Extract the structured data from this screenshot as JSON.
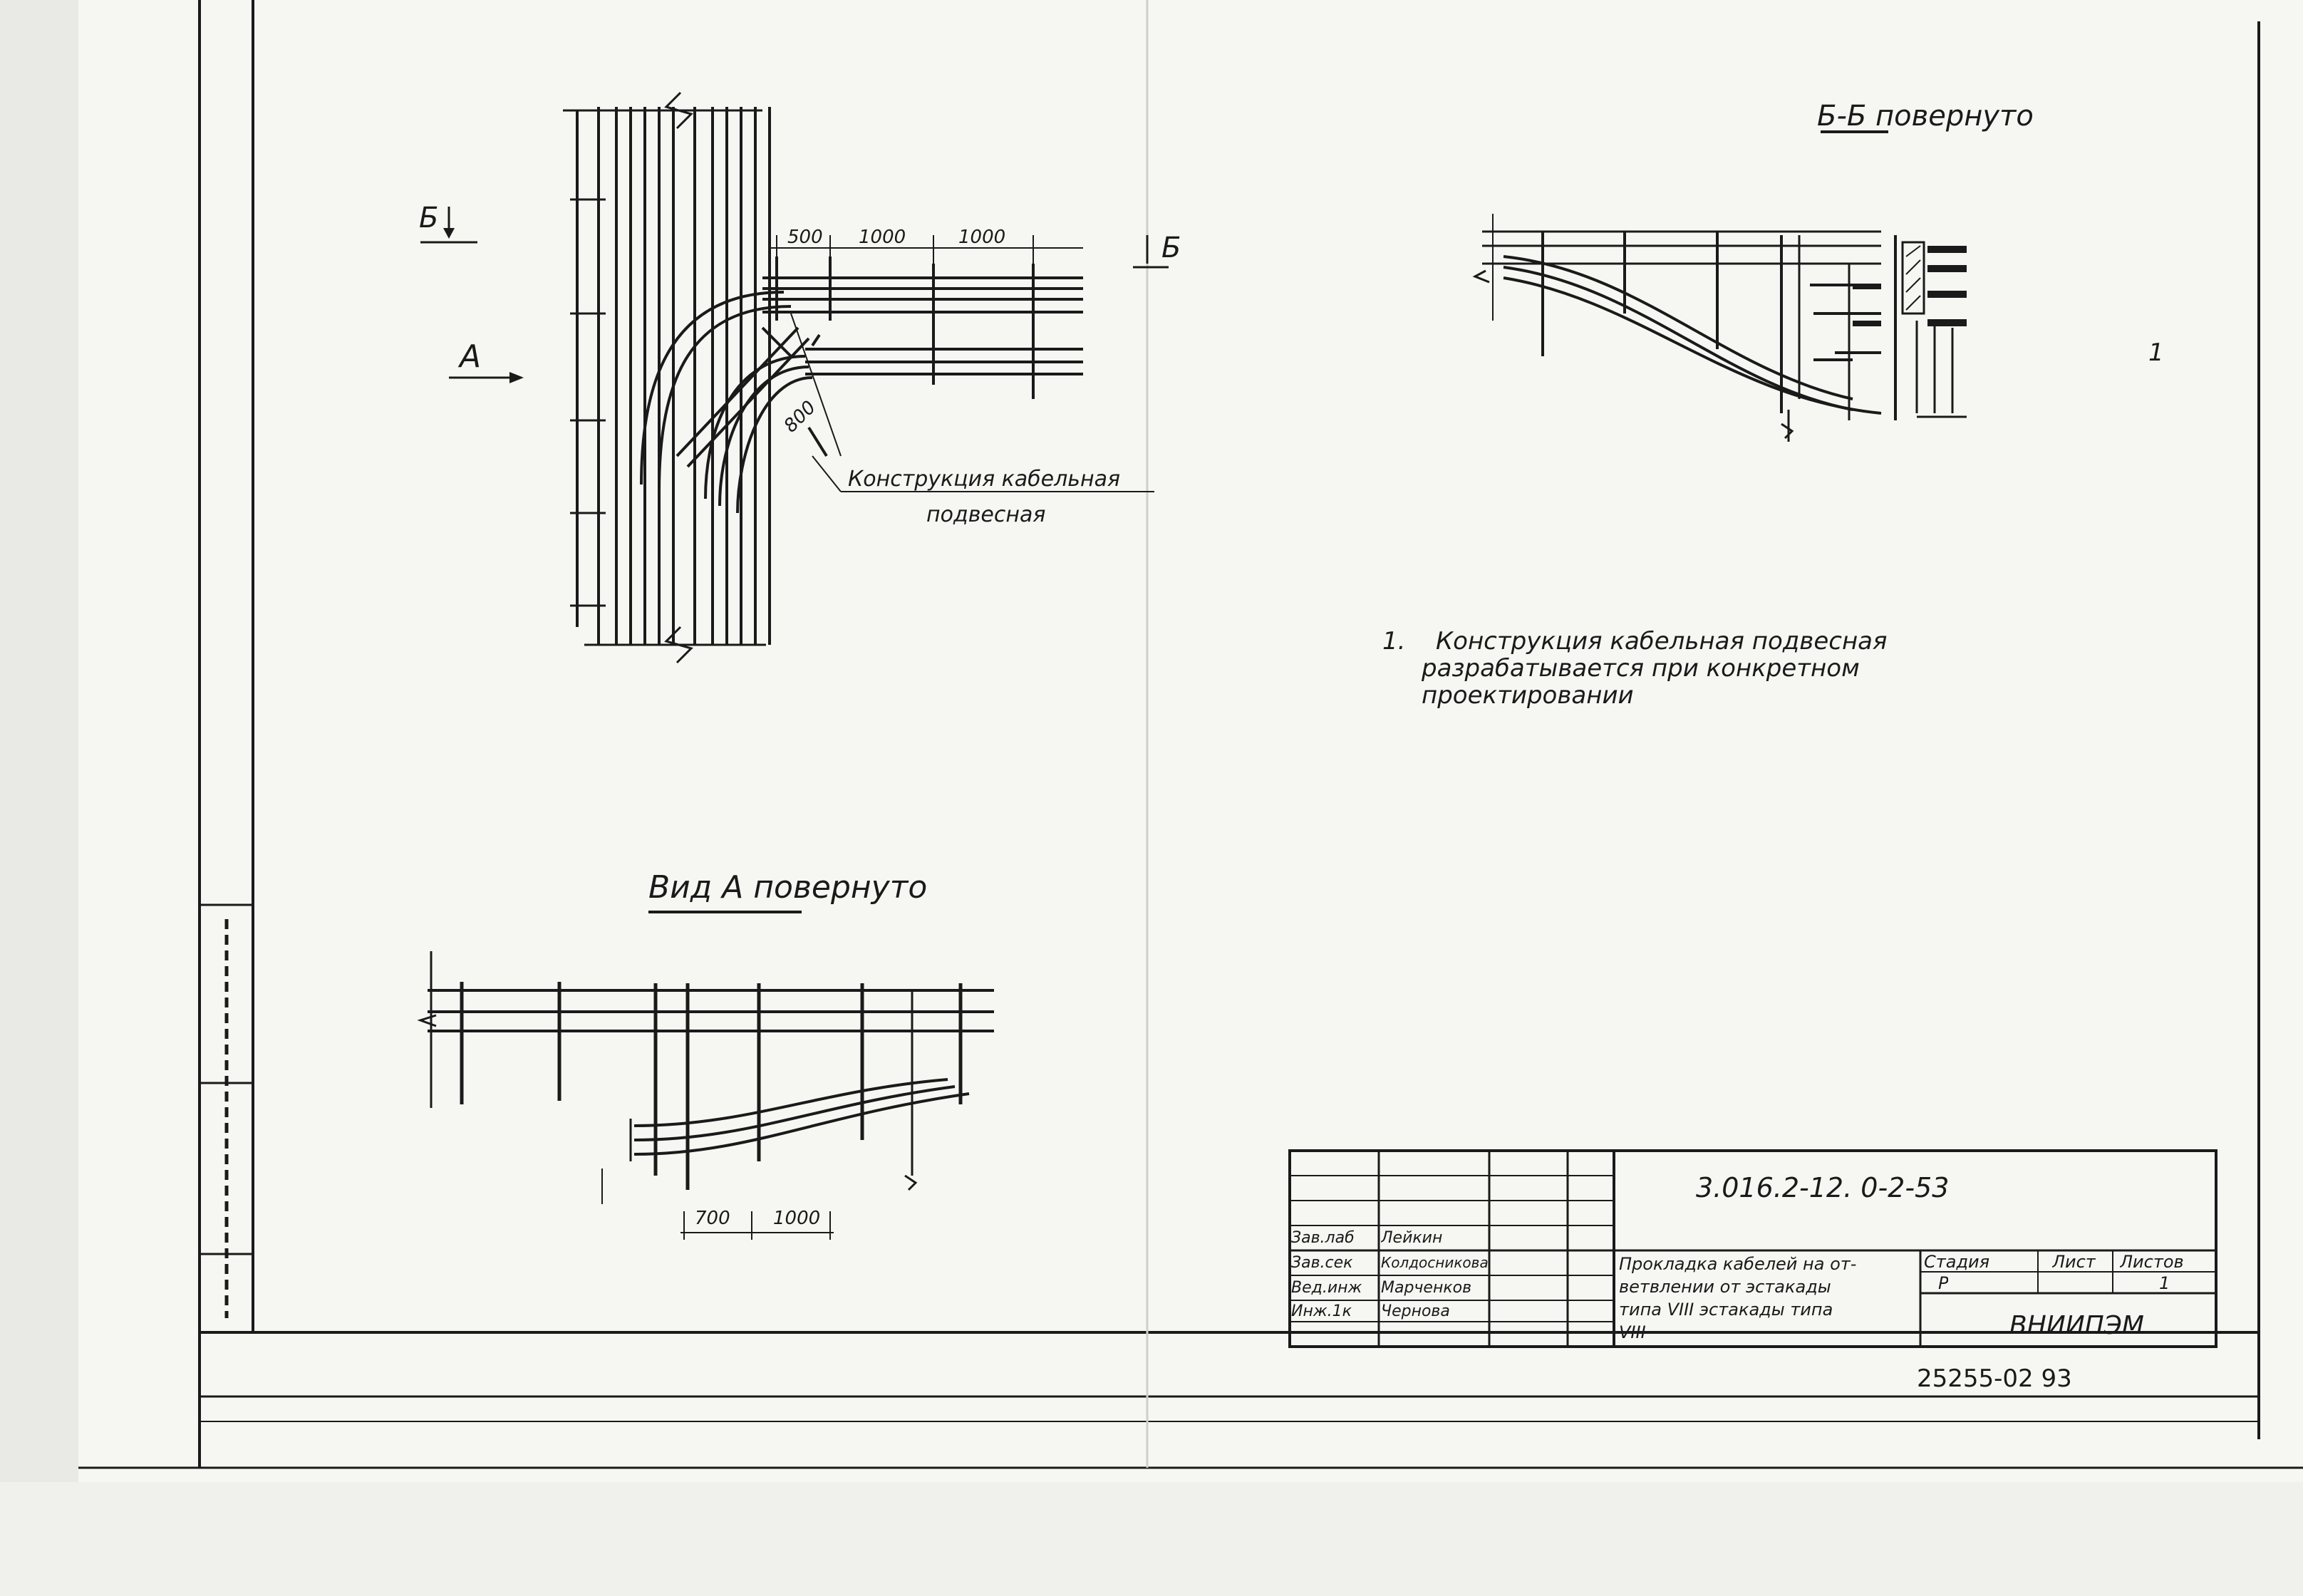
{
  "sections": {
    "bb_title": "Б-Б повернуто",
    "cut_mark": "Б",
    "view_a_arrow": "А",
    "view_a_title": "Вид А повернуто"
  },
  "dimensions": {
    "plan": [
      "500",
      "1000",
      "1000",
      "800"
    ],
    "view_a": [
      "700",
      "1000"
    ]
  },
  "annotations": {
    "construction_line1": "Конструкция кабельная",
    "construction_line2": "подвесная",
    "sheet_number": "1"
  },
  "notes": [
    {
      "num": "1.",
      "lines": [
        "Конструкция кабельная подвесная",
        "разрабатывается при конкретном",
        "проектировании"
      ]
    }
  ],
  "title_block": {
    "code": "3.016.2-12. 0-2-53",
    "staff": [
      {
        "role": "Зав.лаб",
        "name": "Лейкин"
      },
      {
        "role": "Зав.сек",
        "name": "Колдосникова"
      },
      {
        "role": "Вед.инж",
        "name": "Марченков"
      },
      {
        "role": "Инж.1к",
        "name": "Чернова"
      }
    ],
    "description": [
      "Прокладка кабелей на от-",
      "ветвлении от эстакады",
      "типа VIII эстакады типа",
      "VIII"
    ],
    "headers": {
      "stage": "Стадия",
      "sheet": "Лист",
      "sheets": "Листов"
    },
    "values": {
      "stage": "Р",
      "sheet": "",
      "sheets": "1"
    },
    "organization": "ВНИИПЭМ"
  },
  "footer_code": "25255-02 93"
}
